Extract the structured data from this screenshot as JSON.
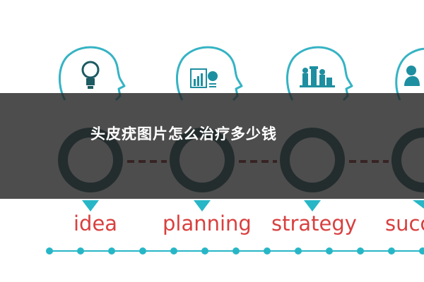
{
  "title": "头皮疣图片怎么治疗多少钱",
  "steps": [
    {
      "label": "idea",
      "icon": "lightbulb-icon"
    },
    {
      "label": "planning",
      "icon": "report-chart-icon"
    },
    {
      "label": "strategy",
      "icon": "chess-pieces-icon"
    },
    {
      "label": "succ",
      "icon": "person-icon"
    }
  ],
  "colors": {
    "teal": "#27b6c6",
    "dark_ring": "#1f4f55",
    "dash_red": "#8b1a1a",
    "label_red": "#d8403f",
    "head_outline": "#35b3c4",
    "overlay": "#262626"
  }
}
